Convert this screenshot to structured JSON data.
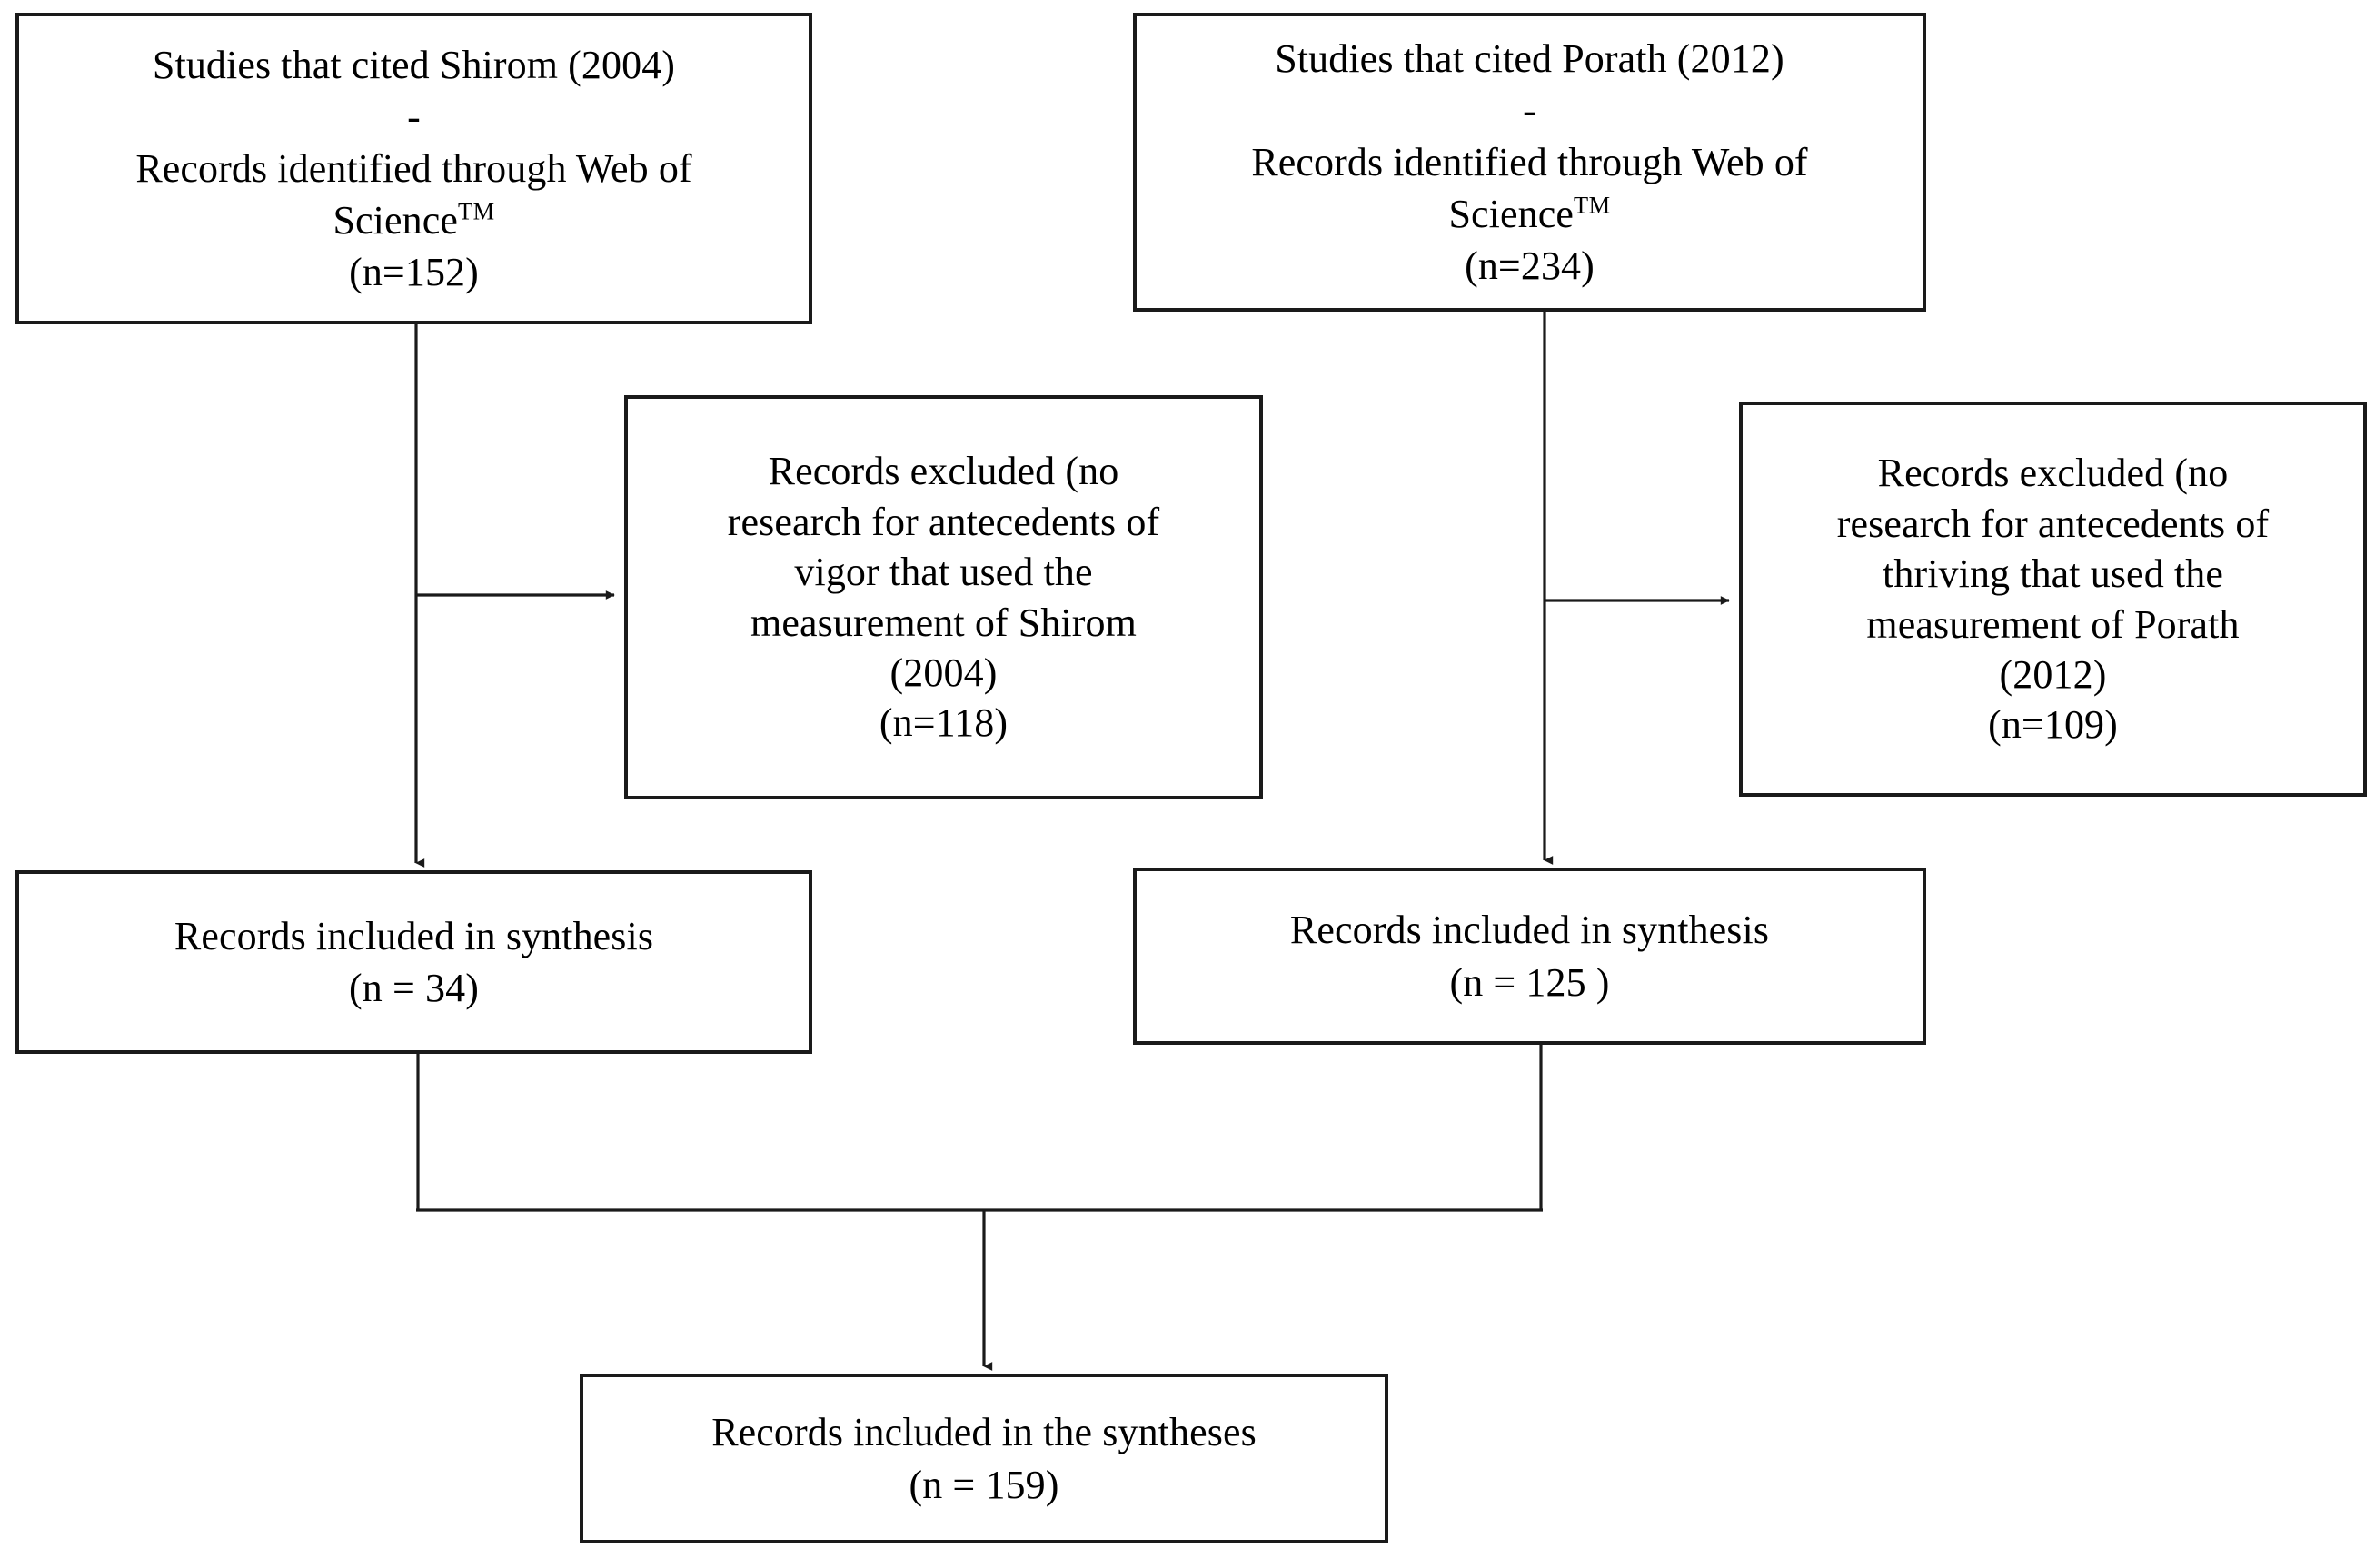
{
  "diagram": {
    "type": "prisma-flow-diagram",
    "colors": {
      "box_border": "#1a1a1a",
      "box_fill": "#ffffff",
      "connector": "#1a1a1a",
      "text": "#000000",
      "background": "#ffffff"
    },
    "nodes": {
      "source_shirom": {
        "id": "source-shirom",
        "line1": "Studies that cited Shirom (2004)",
        "line2": "-",
        "line3": "Records identified through Web of",
        "line4_prefix": "Science",
        "line4_sup": "TM",
        "count_label": "(n=152)",
        "count": 152
      },
      "source_porath": {
        "id": "source-porath",
        "line1": "Studies that cited Porath (2012)",
        "line2": "-",
        "line3": "Records identified through Web of",
        "line4_prefix": "Science",
        "line4_sup": "TM",
        "count_label": "(n=234)",
        "count": 234
      },
      "excluded_vigor": {
        "id": "excluded-vigor",
        "text": "Records excluded (no\nresearch for antecedents of\nvigor that used the\nmeasurement of Shirom\n(2004)\n(n=118)",
        "count": 118
      },
      "excluded_thriving": {
        "id": "excluded-thriving",
        "text": "Records excluded (no\nresearch for antecedents of\nthriving that used the\nmeasurement of Porath\n(2012)\n(n=109)",
        "count": 109
      },
      "included_vigor": {
        "id": "included-vigor",
        "text": "Records included in synthesis\n(n = 34)",
        "count": 34
      },
      "included_thriving": {
        "id": "included-thriving",
        "text": "Records included in synthesis\n(n = 125 )",
        "count": 125
      },
      "included_total": {
        "id": "included-total",
        "text": "Records included in the syntheses\n(n = 159)",
        "count": 159
      }
    },
    "connectors": [
      {
        "name": "shirom-to-excluded-vigor",
        "from": "source_shirom",
        "to": "excluded_vigor",
        "arrow": "right"
      },
      {
        "name": "shirom-to-included-vigor",
        "from": "source_shirom",
        "to": "included_vigor",
        "arrow": "down"
      },
      {
        "name": "porath-to-excluded-thriving",
        "from": "source_porath",
        "to": "excluded_thriving",
        "arrow": "right"
      },
      {
        "name": "porath-to-included-thriving",
        "from": "source_porath",
        "to": "included_thriving",
        "arrow": "down"
      },
      {
        "name": "merge-to-total",
        "from": "included_vigor+included_thriving",
        "to": "included_total",
        "arrow": "down"
      }
    ]
  }
}
